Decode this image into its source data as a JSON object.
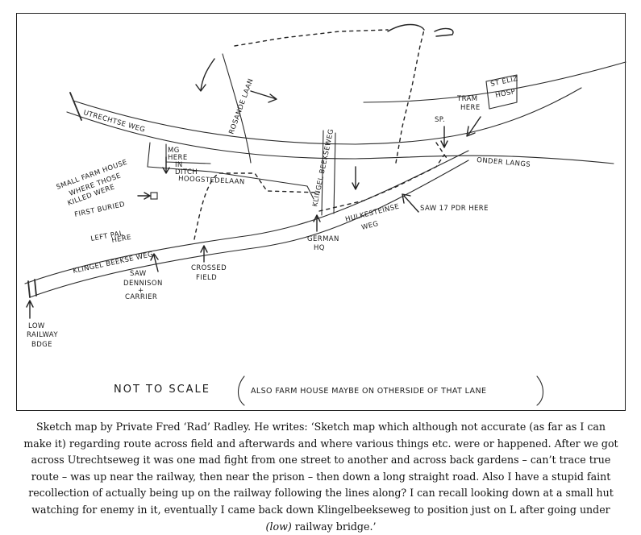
{
  "map": {
    "labels": {
      "utrechtseweg": "UTRECHTSE WEG",
      "rosande_laan": "ROSANDE LAAN",
      "klingel_beekseweg_v": "KLINGEL BEEKSEWEG",
      "hoogstedelaan": "HOOGSTEDELAAN",
      "mg_line1": "MG",
      "mg_line2": "HERE",
      "mg_line3": "IN",
      "mg_line4": "DITCH",
      "farmhouse_line1": "SMALL FARM HOUSE",
      "farmhouse_line2": "WHERE THOSE",
      "farmhouse_line3": "KILLED WERE",
      "farmhouse_line4": "FIRST BURIED",
      "left_pal_line1": "LEFT PAL",
      "left_pal_line2": "HERE",
      "klingel_beekse_weg_h": "KLINGEL BEEKSE WEG",
      "saw_dennison_line1": "SAW",
      "saw_dennison_line2": "DENNISON",
      "saw_dennison_line3": "+",
      "saw_dennison_line4": "CARRIER",
      "crossed_line1": "CROSSED",
      "crossed_line2": "FIELD",
      "low_line1": "LOW",
      "low_line2": "RAILWAY",
      "low_line3": "BDGE",
      "german_line1": "GERMAN",
      "german_line2": "HQ",
      "hulkesteinse_line1": "HULKESTEINSE",
      "hulkesteinse_line2": "WEG",
      "saw_17pdr": "SAW 17 PDR HERE",
      "onder_langs": "ONDER LANGS",
      "sp": "SP.",
      "tram_line1": "TRAM",
      "tram_line2": "HERE",
      "st_eliz_line1": "ST ELIZ",
      "st_eliz_line2": "HOSP",
      "not_to_scale": "NOT  TO SCALE",
      "also_note": "ALSO  FARM HOUSE MAYBE ON OTHERSIDE OF THAT LANE"
    }
  },
  "caption": {
    "text": "Sketch map by Private Fred ‘Rad’ Radley. He writes: ‘Sketch map which although not accurate (as far as I can make it) regarding route across field and afterwards and where various things etc. were or happened. After we got across Utrechtseweg it was one mad fight from one street to another and across back gardens – can’t trace true route – was up near the railway, then near the prison – then down a long straight road. Also I have a stupid faint recollection of actually being up on the railway following the lines along? I can recall looking down at a small hut watching for enemy in it, eventually I came back down Klingelbeekseweg to position just on L after going under",
    "italic": "(low)",
    "tail": " railway bridge.’"
  }
}
